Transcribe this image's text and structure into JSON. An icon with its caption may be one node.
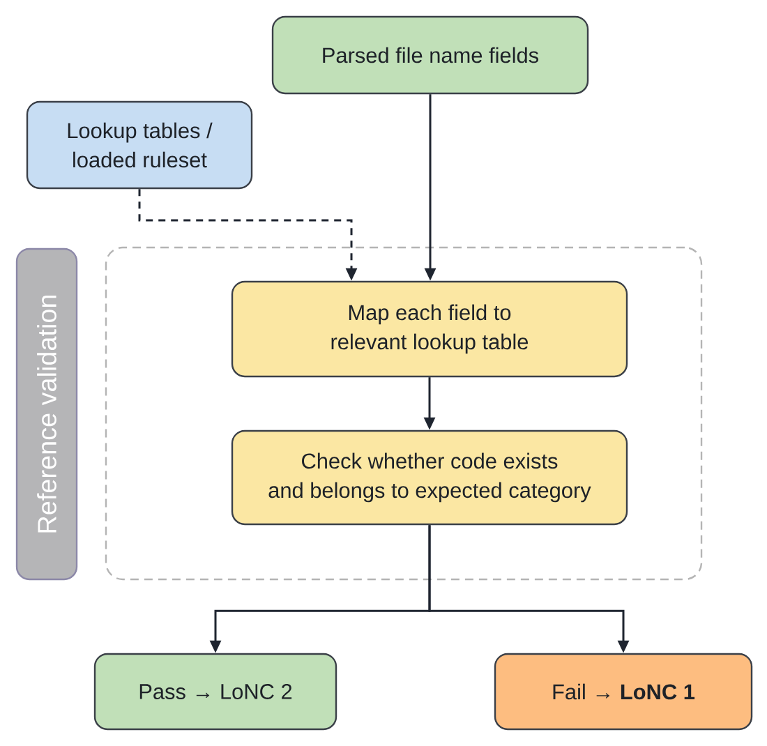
{
  "diagram": {
    "nodes": [
      {
        "text": [
          "Parsed file name fields"
        ]
      },
      {
        "text": [
          "Lookup tables / loaded ruleset"
        ]
      },
      {
        "text": [
          "Reference validation"
        ]
      },
      {
        "text": [],
        "shape": "box"
      },
      {
        "text": [
          "Map each field to relevant lookup table"
        ],
        "in": 3
      },
      {
        "text": [
          "Check whether code exists and belongs to expected category"
        ],
        "in": 3
      },
      {
        "text": [
          "Pass → LoNC 2"
        ]
      },
      {
        "text": [
          "Fail → **LoNC 1**"
        ]
      }
    ],
    "edges": [
      {
        "from": 0,
        "to": 4,
        "arrow": "to"
      },
      {
        "from": 1,
        "to": 4,
        "arrow": "to",
        "style": "dashed"
      },
      {
        "from": 4,
        "to": 5,
        "arrow": "to"
      },
      {
        "from": 5,
        "to": 6,
        "arrow": "to"
      },
      {
        "from": 5,
        "to": 7,
        "arrow": "to"
      }
    ]
  }
}
